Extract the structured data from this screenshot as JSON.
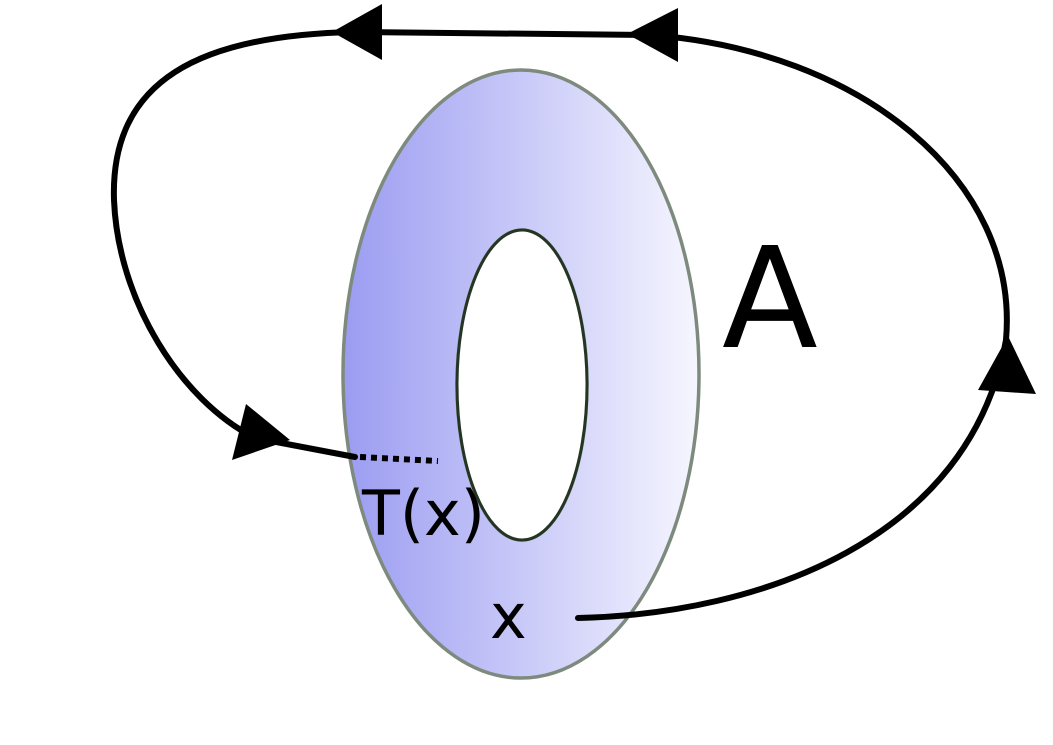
{
  "labels": {
    "set": "A",
    "image_point": "T(x)",
    "point": "x"
  },
  "colors": {
    "fill_left": "#9b9cf1",
    "fill_right": "#f6f6ff",
    "outline": "#7d8a7d",
    "hole_outline": "#243524",
    "arrow": "#000000",
    "background": "#ffffff"
  },
  "elements": {
    "ring": "annulus-region",
    "path": "orbit-arrow-path",
    "arrowheads": [
      "arrowhead-right",
      "arrowhead-top-right",
      "arrowhead-top-left",
      "arrowhead-left"
    ]
  }
}
